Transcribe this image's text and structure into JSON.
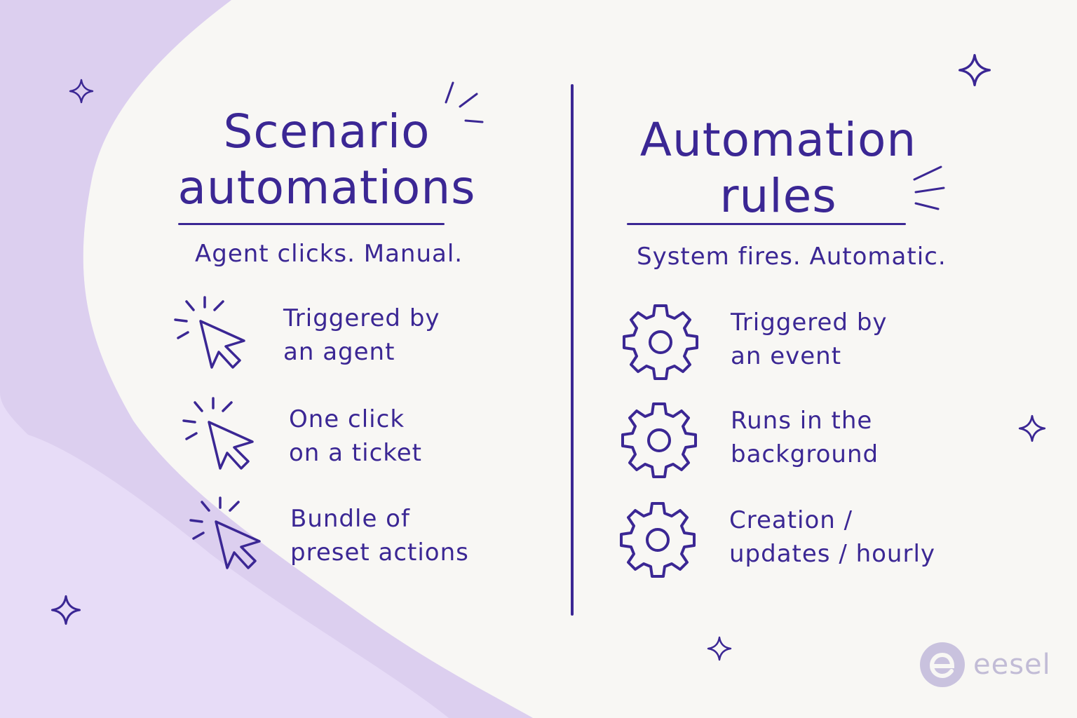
{
  "colors": {
    "background": "#f8f7f4",
    "wave": "#ddd2f2",
    "ink": "#3b2794",
    "logo": "#c9c2de"
  },
  "left": {
    "title_line1": "Scenario",
    "title_line2": "automations",
    "subtitle": "Agent clicks. Manual.",
    "icon": "cursor-click-icon",
    "items": [
      {
        "line1": "Triggered by",
        "line2": "an agent"
      },
      {
        "line1": "One click",
        "line2": "on a ticket"
      },
      {
        "line1": "Bundle of",
        "line2": "preset actions"
      }
    ]
  },
  "right": {
    "title_line1": "Automation",
    "title_line2": "rules",
    "subtitle": "System fires. Automatic.",
    "icon": "gear-icon",
    "items": [
      {
        "line1": "Triggered by",
        "line2": "an event"
      },
      {
        "line1": "Runs in the",
        "line2": "background"
      },
      {
        "line1": "Creation /",
        "line2": "updates / hourly"
      }
    ]
  },
  "logo": {
    "mark": "e",
    "text": "eesel"
  }
}
